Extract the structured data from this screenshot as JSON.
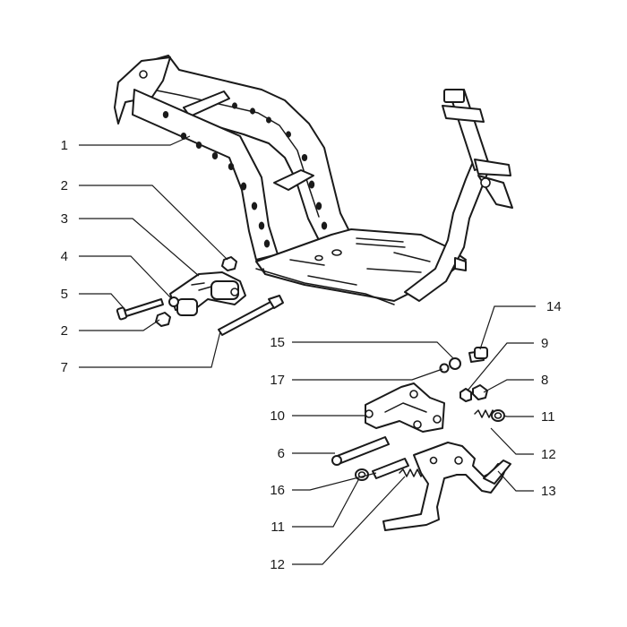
{
  "callouts": [
    {
      "key": "c1",
      "label": "1"
    },
    {
      "key": "c2a",
      "label": "2"
    },
    {
      "key": "c3",
      "label": "3"
    },
    {
      "key": "c4",
      "label": "4"
    },
    {
      "key": "c5",
      "label": "5"
    },
    {
      "key": "c2b",
      "label": "2"
    },
    {
      "key": "c7",
      "label": "7"
    },
    {
      "key": "c14",
      "label": "14"
    },
    {
      "key": "c15",
      "label": "15"
    },
    {
      "key": "c9",
      "label": "9"
    },
    {
      "key": "c17",
      "label": "17"
    },
    {
      "key": "c8",
      "label": "8"
    },
    {
      "key": "c10",
      "label": "10"
    },
    {
      "key": "c11a",
      "label": "11"
    },
    {
      "key": "c6",
      "label": "6"
    },
    {
      "key": "c12a",
      "label": "12"
    },
    {
      "key": "c16",
      "label": "16"
    },
    {
      "key": "c13",
      "label": "13"
    },
    {
      "key": "c11b",
      "label": "11"
    },
    {
      "key": "c12b",
      "label": "12"
    }
  ]
}
